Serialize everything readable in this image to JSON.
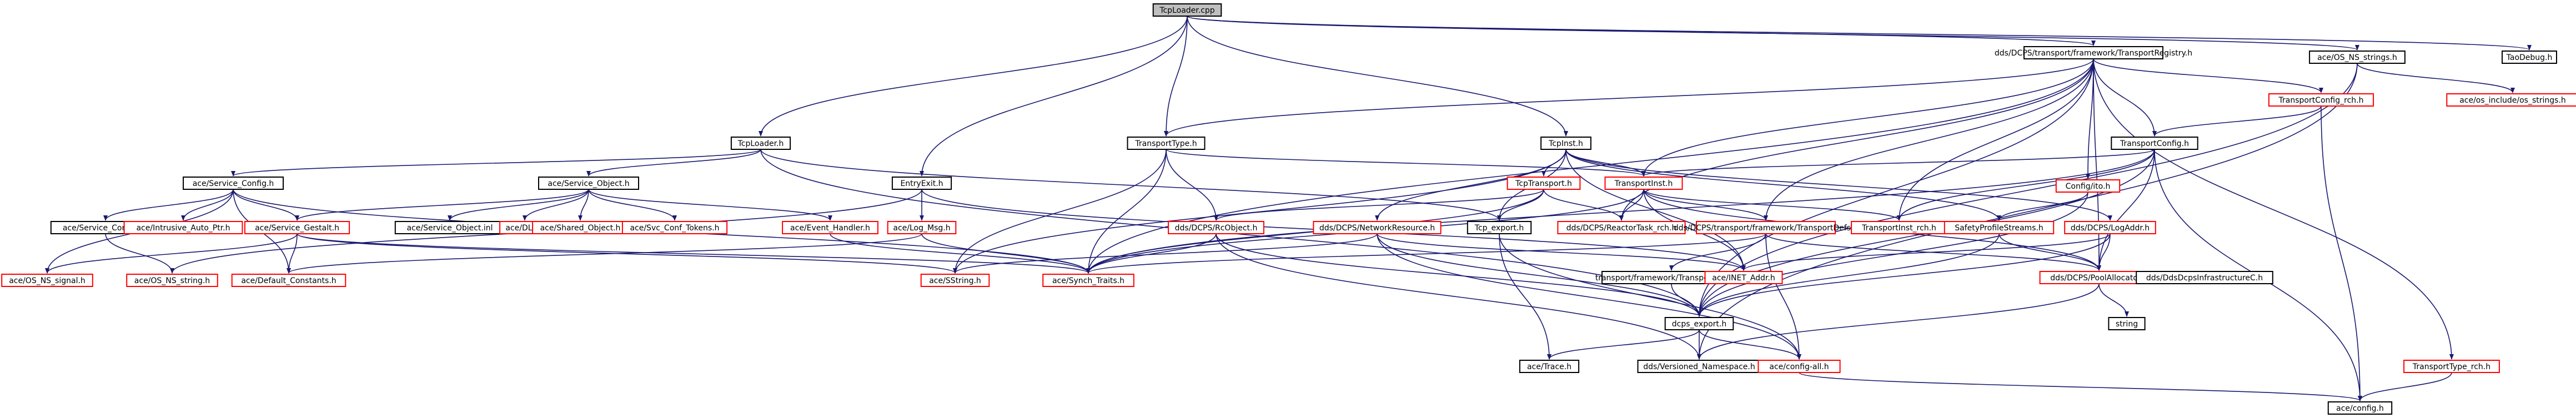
{
  "colors": {
    "background": "#ffffff",
    "node_border_linked": "#000000",
    "node_border_unlinked": "#ff0000",
    "root_fill": "#bfbfbf",
    "node_fill": "#ffffff",
    "edge": "#191970",
    "text": "#000000"
  },
  "graph": {
    "nodes": [
      {
        "id": "root",
        "label": "TcpLoader.cpp",
        "root": true,
        "documented": true
      },
      {
        "id": "tcploader_h",
        "label": "TcpLoader.h",
        "documented": true
      },
      {
        "id": "transporttype_h",
        "label": "TransportType.h",
        "documented": true
      },
      {
        "id": "entryexit_h",
        "label": "EntryExit.h",
        "documented": true
      },
      {
        "id": "tcpinst_h",
        "label": "TcpInst.h",
        "documented": true
      },
      {
        "id": "transportregistry_h",
        "label": "dds/DCPS/transport/framework/TransportRegistry.h",
        "documented": true
      },
      {
        "id": "os_ns_strings_h",
        "label": "ace/OS_NS_strings.h",
        "documented": true
      },
      {
        "id": "tao_debug",
        "label": "TaoDebug.h",
        "documented": true
      },
      {
        "id": "service_config_h",
        "label": "ace/Service_Config.h",
        "documented": true
      },
      {
        "id": "service_object_h",
        "label": "ace/Service_Object.h",
        "documented": true
      },
      {
        "id": "service_config_inl",
        "label": "ace/Service_Config.inl",
        "documented": true
      },
      {
        "id": "intrusive_auto_ptr",
        "label": "ace/Intrusive_Auto_Ptr.h",
        "documented": false
      },
      {
        "id": "service_gestalt_h",
        "label": "ace/Service_Gestalt.h",
        "documented": false
      },
      {
        "id": "os_ns_signal_h",
        "label": "ace/OS_NS_signal.h",
        "documented": false
      },
      {
        "id": "os_ns_string_h",
        "label": "ace/OS_NS_string.h",
        "documented": false
      },
      {
        "id": "default_constants_h",
        "label": "ace/Default_Constants.h",
        "documented": false
      },
      {
        "id": "service_object_inl",
        "label": "ace/Service_Object.inl",
        "documented": true
      },
      {
        "id": "dll_h",
        "label": "ace/DLL.h",
        "documented": false
      },
      {
        "id": "shared_object_h",
        "label": "ace/Shared_Object.h",
        "documented": false
      },
      {
        "id": "svc_conf_tokens_h",
        "label": "ace/Svc_Conf_Tokens.h",
        "documented": false
      },
      {
        "id": "event_handler_h",
        "label": "ace/Event_Handler.h",
        "documented": false
      },
      {
        "id": "log_msg_h",
        "label": "ace/Log_Msg.h",
        "documented": false
      },
      {
        "id": "sstring_h",
        "label": "ace/SString.h",
        "documented": false
      },
      {
        "id": "synch_traits_h",
        "label": "ace/Synch_Traits.h",
        "documented": false
      },
      {
        "id": "tcp_export_h",
        "label": "Tcp_export.h",
        "documented": true
      },
      {
        "id": "rcobject_h",
        "label": "dds/DCPS/RcObject.h",
        "documented": false
      },
      {
        "id": "tcptransport_h",
        "label": "TcpTransport.h",
        "documented": false
      },
      {
        "id": "transportinst_h",
        "label": "TransportInst.h",
        "documented": false
      },
      {
        "id": "networkresource_h",
        "label": "dds/DCPS/NetworkResource.h",
        "documented": false
      },
      {
        "id": "reactortask_rch_h",
        "label": "dds/DCPS/ReactorTask_rch.h",
        "documented": false
      },
      {
        "id": "transportdefs_h",
        "label": "dds/DCPS/transport/framework/TransportDefs.h",
        "documented": false
      },
      {
        "id": "transportinst_rch_h",
        "label": "TransportInst_rch.h",
        "documented": false
      },
      {
        "id": "safetyprofilestreams_h",
        "label": "SafetyProfileStreams.h",
        "documented": false
      },
      {
        "id": "logaddr_h",
        "label": "dds/DCPS/LogAddr.h",
        "documented": false
      },
      {
        "id": "transportdebug_h",
        "label": "transport/framework/TransportDebug.h",
        "documented": true
      },
      {
        "id": "inet_addr_h",
        "label": "ace/INET_Addr.h",
        "documented": false
      },
      {
        "id": "poolallocator_h",
        "label": "dds/DCPS/PoolAllocator.h",
        "documented": false
      },
      {
        "id": "ddsdcpsinfra_h",
        "label": "dds/DdsDcpsInfrastructureC.h",
        "documented": true
      },
      {
        "id": "dcps_export_h",
        "label": "dcps_export.h",
        "documented": true
      },
      {
        "id": "string_h",
        "label": "string",
        "documented": true
      },
      {
        "id": "ace_trace_h",
        "label": "ace/Trace.h",
        "documented": true
      },
      {
        "id": "versioned_ns_h",
        "label": "dds/Versioned_Namespace.h",
        "documented": true
      },
      {
        "id": "config_all_h",
        "label": "ace/config-all.h",
        "documented": false
      },
      {
        "id": "ace_config_h",
        "label": "ace/config.h",
        "documented": true
      },
      {
        "id": "transportconfig_rch_h",
        "label": "TransportConfig_rch.h",
        "documented": false
      },
      {
        "id": "transportconfig_h",
        "label": "TransportConfig.h",
        "documented": true
      },
      {
        "id": "config_ace_h",
        "label": "Config/ito.h",
        "documented": false
      },
      {
        "id": "os_include_strings_h",
        "label": "ace/os_include/os_strings.h",
        "documented": false
      },
      {
        "id": "transporttype_rch_h",
        "label": "TransportType_rch.h",
        "documented": false
      }
    ]
  }
}
